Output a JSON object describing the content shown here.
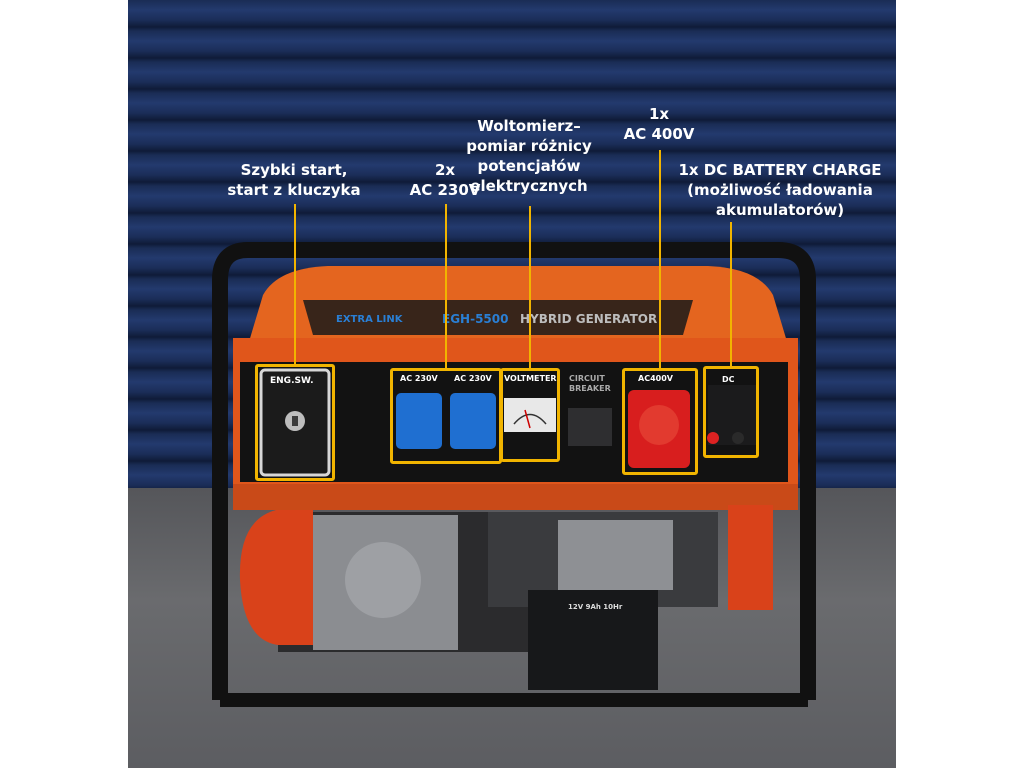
{
  "annotations": {
    "quick_start": "Szybki start,\nstart z kluczyka",
    "ac230": "2x\nAC 230V",
    "voltmeter": "Woltomierz–\npomiar różnicy\npotencjałów\nelektrycznych",
    "ac400": "1x\nAC 400V",
    "dc": "1x DC BATTERY CHARGE\n(możliwość ładowania\nakumulatorów)"
  },
  "generator": {
    "brand": "EXTRA LINK",
    "model": "EGH-5500",
    "type": "HYBRID GENERATOR"
  },
  "panel": {
    "eng_sw": "ENG.SW.",
    "ac230_left": "AC 230V",
    "ac230_right": "AC 230V",
    "voltmeter": "VOLTMETER",
    "breaker_1": "CIRCUIT",
    "breaker_2": "BREAKER",
    "ac400": "AC400V",
    "dc": "DC",
    "battery": "12V 9Ah 10Hr"
  },
  "colors": {
    "highlight": "#f1b400",
    "generator_orange": "#e0561b",
    "socket_blue": "#1f6fd1",
    "socket_red": "#d81e1e"
  }
}
